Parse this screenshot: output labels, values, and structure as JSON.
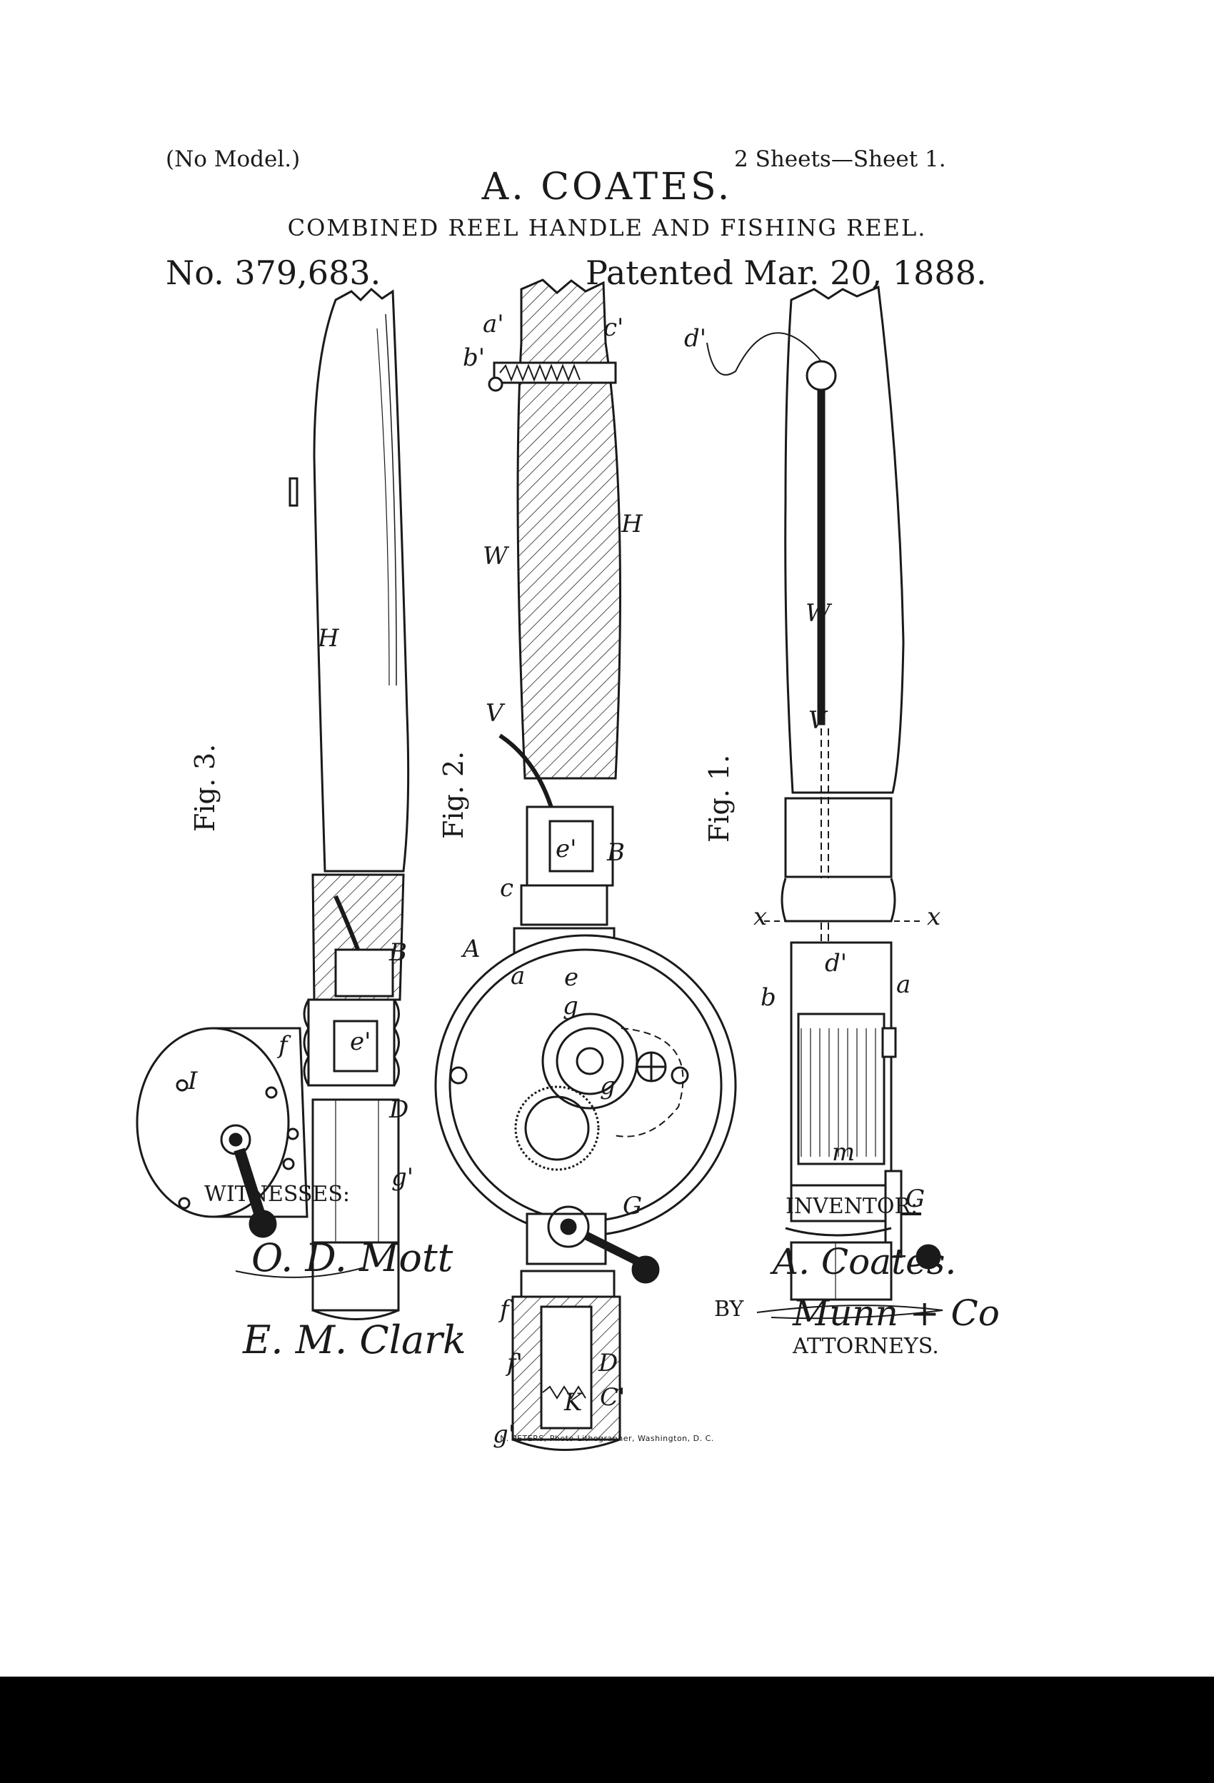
{
  "header": {
    "model_note": "(No Model.)",
    "sheets": "2 Sheets—Sheet 1.",
    "inventor": "A. COATES.",
    "title": "COMBINED REEL HANDLE AND FISHING REEL.",
    "patent_number": "No. 379,683.",
    "patent_date": "Patented Mar. 20, 1888."
  },
  "figures": {
    "fig1": "Fig. 1.",
    "fig2": "Fig. 2.",
    "fig3": "Fig. 3."
  },
  "letters": {
    "H": "H",
    "B": "B",
    "D": "D",
    "A": "A",
    "G": "G",
    "W": "W",
    "V": "V",
    "a": "a",
    "b": "b",
    "c": "c",
    "e": "e",
    "f": "f",
    "g": "g",
    "m": "m",
    "x": "x",
    "I": "I",
    "K": "K",
    "a1": "a'",
    "b1": "b'",
    "c1": "c'",
    "d1": "d'",
    "e1": "e'",
    "f1": "f'",
    "g1": "g'",
    "C1": "C'"
  },
  "signatures": {
    "witnesses_label": "WITNESSES:",
    "witness_1": "O. D. Mott",
    "witness_2": "E. M. Clark",
    "inventor_label": "INVENTOR:",
    "inventor_signature": "A. Coates.",
    "by_label": "BY",
    "attorney_signature": "Munn + Co",
    "attorneys_label": "ATTORNEYS."
  },
  "imprint": "N. PETERS, Photo-Lithographer, Washington, D. C.",
  "colors": {
    "ink": "#1a1a1a",
    "paper": "#ffffff",
    "bar": "#000000"
  }
}
